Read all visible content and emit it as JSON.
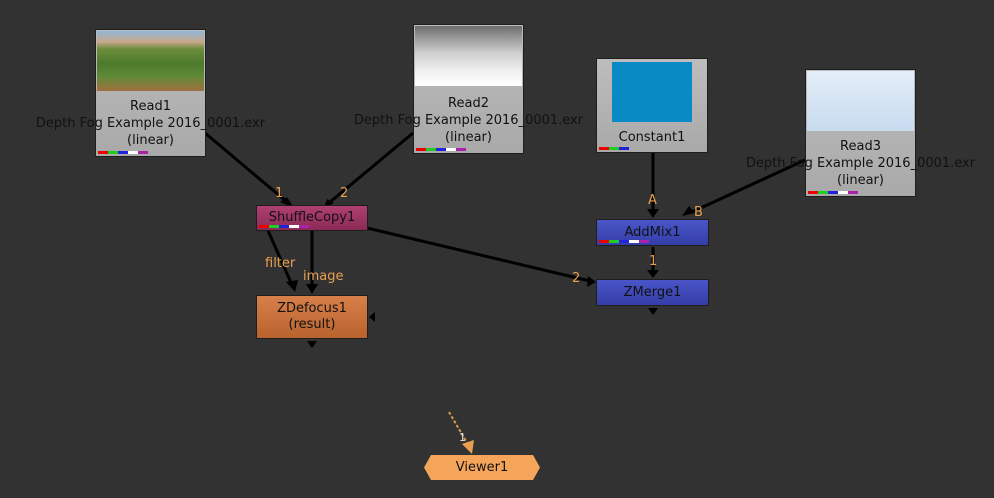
{
  "colors": {
    "background": "#323232",
    "read_node": "#b5b5b5",
    "shuffle": "#a0305a",
    "defocus": "#c8703a",
    "merge": "#3a44b0",
    "viewer": "#f4a55a",
    "input_label": "#e8a050"
  },
  "read1": {
    "title": "Read1",
    "file": "Depth Fog Example 2016_0001.exr",
    "colorspace": "(linear)"
  },
  "read2": {
    "title": "Read2",
    "file": "Depth Fog Example 2016_0001.exr",
    "colorspace": "(linear)"
  },
  "read3": {
    "title": "Read3",
    "file": "Depth Fog Example 2016_0001.exr",
    "colorspace": "(linear)"
  },
  "constant": {
    "title": "Constant1",
    "swatch": "#0a8ac4"
  },
  "shuffle": {
    "title": "ShuffleCopy1",
    "input1": "1",
    "input2": "2"
  },
  "zdefocus": {
    "title": "ZDefocus1",
    "subtitle": "(result)",
    "input_filter": "filter",
    "input_image": "image"
  },
  "addmix": {
    "title": "AddMix1",
    "input_a": "A",
    "input_b": "B"
  },
  "zmerge": {
    "title": "ZMerge1",
    "input1": "1",
    "input2": "2"
  },
  "viewer": {
    "title": "Viewer1",
    "input1": "1"
  }
}
